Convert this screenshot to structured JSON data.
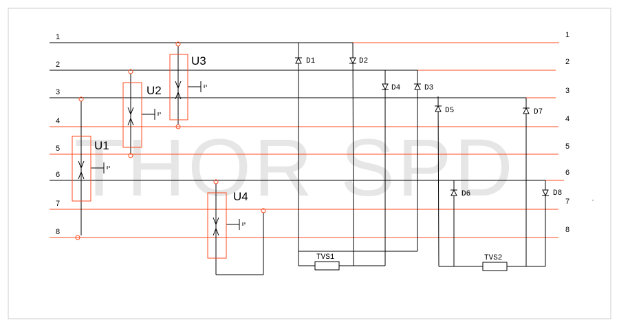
{
  "title_watermark": "THOR SPD",
  "colors": {
    "orange": "#ff4a1c",
    "black": "#000000",
    "watermark": "#e6e6e6",
    "frame": "#cccccc"
  },
  "lines": [
    {
      "label_left": "1",
      "label_right": "1"
    },
    {
      "label_left": "2",
      "label_right": "2"
    },
    {
      "label_left": "3",
      "label_right": "3"
    },
    {
      "label_left": "4",
      "label_right": "4"
    },
    {
      "label_left": "5",
      "label_right": "5"
    },
    {
      "label_left": "6",
      "label_right": "6"
    },
    {
      "label_left": "7",
      "label_right": "7"
    },
    {
      "label_left": "8",
      "label_right": "8"
    }
  ],
  "arresters": [
    {
      "label": "U1",
      "from_line": "3",
      "to_line": "8"
    },
    {
      "label": "U2",
      "from_line": "2",
      "to_line": "5"
    },
    {
      "label": "U3",
      "from_line": "1",
      "to_line": "4"
    },
    {
      "label": "U4",
      "from_line": "6",
      "to_line": "7"
    }
  ],
  "diodes": [
    "D1",
    "D2",
    "D3",
    "D4",
    "D5",
    "D6",
    "D7",
    "D8"
  ],
  "tvs": [
    "TVS1",
    "TVS2"
  ]
}
